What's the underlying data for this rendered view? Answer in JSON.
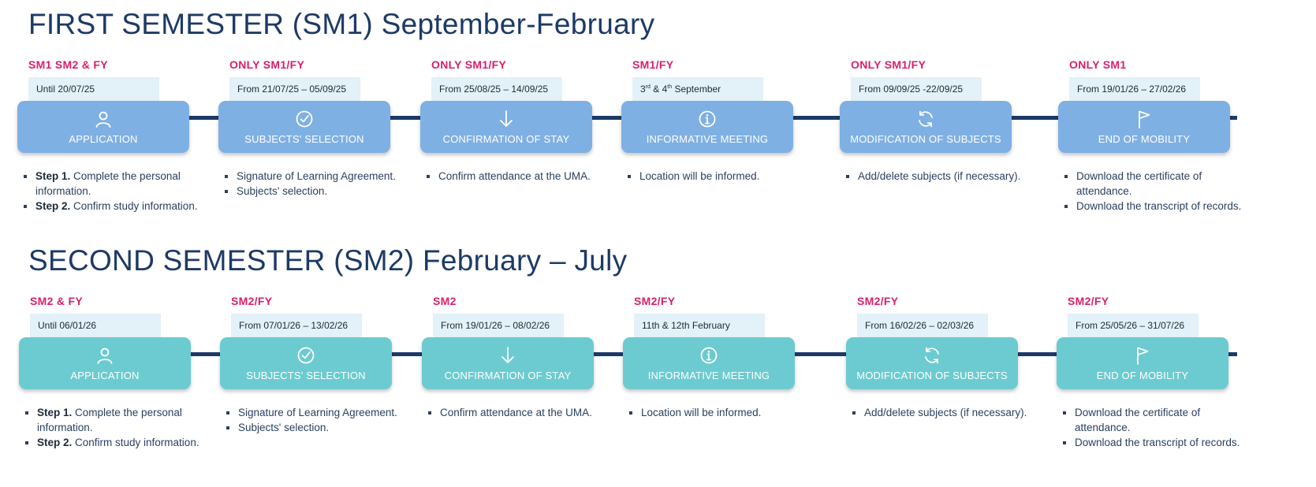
{
  "sections": [
    {
      "title": "FIRST SEMESTER (SM1) September-February",
      "stages": [
        {
          "scope": "SM1 SM2 & FY",
          "date": "Until 20/07/25",
          "icon": "user-icon",
          "label": "APPLICATION",
          "bullets": [
            {
              "strong": "Step 1.",
              "text": " Complete the personal information."
            },
            {
              "strong": "Step 2.",
              "text": " Confirm study information."
            }
          ]
        },
        {
          "scope": "ONLY SM1/FY",
          "date": "From 21/07/25 – 05/09/25",
          "icon": "check-circle-icon",
          "label": "SUBJECTS' SELECTION",
          "bullets": [
            {
              "text": "Signature of Learning Agreement."
            },
            {
              "text": "Subjects' selection."
            }
          ]
        },
        {
          "scope": "ONLY SM1/FY",
          "date": "From 25/08/25 – 14/09/25",
          "icon": "arrow-down-icon",
          "label": "CONFIRMATION OF STAY",
          "bullets": [
            {
              "text": "Confirm attendance at the UMA."
            }
          ]
        },
        {
          "scope": "SM1/FY",
          "date": "3rd & 4th September",
          "date_html": true,
          "icon": "info-icon",
          "label": "INFORMATIVE MEETING",
          "bullets": [
            {
              "text": "Location will be informed."
            }
          ]
        },
        {
          "scope": "ONLY SM1/FY",
          "date": "From 09/09/25 -22/09/25",
          "icon": "refresh-icon",
          "label": "MODIFICATION OF SUBJECTS",
          "bullets": [
            {
              "text": "Add/delete subjects (if necessary)."
            }
          ]
        },
        {
          "scope": "ONLY SM1",
          "date": "From 19/01/26 – 27/02/26",
          "icon": "flag-icon",
          "label": "END OF MOBILITY",
          "bullets": [
            {
              "text": "Download the certificate of attendance."
            },
            {
              "text": "Download the transcript of records."
            }
          ]
        }
      ]
    },
    {
      "title": "SECOND SEMESTER (SM2) February – July",
      "stages": [
        {
          "scope": "SM2 & FY",
          "date": "Until 06/01/26",
          "icon": "user-icon",
          "label": "APPLICATION",
          "bullets": [
            {
              "strong": "Step 1.",
              "text": " Complete the personal information."
            },
            {
              "strong": "Step 2.",
              "text": " Confirm study information."
            }
          ]
        },
        {
          "scope": "SM2/FY",
          "date": "From 07/01/26 – 13/02/26",
          "icon": "check-circle-icon",
          "label": "SUBJECTS' SELECTION",
          "bullets": [
            {
              "text": "Signature of Learning Agreement."
            },
            {
              "text": "Subjects' selection."
            }
          ]
        },
        {
          "scope": "SM2",
          "date": "From 19/01/26 – 08/02/26",
          "icon": "arrow-down-icon",
          "label": "CONFIRMATION OF STAY",
          "bullets": [
            {
              "text": "Confirm attendance at the UMA."
            }
          ]
        },
        {
          "scope": "SM2/FY",
          "date": "11th & 12th February",
          "icon": "info-icon",
          "label": "INFORMATIVE MEETING",
          "bullets": [
            {
              "text": "Location will be informed."
            }
          ]
        },
        {
          "scope": "SM2/FY",
          "date": "From 16/02/26 – 02/03/26",
          "icon": "refresh-icon",
          "label": "MODIFICATION OF SUBJECTS",
          "bullets": [
            {
              "text": "Add/delete subjects (if necessary)."
            }
          ]
        },
        {
          "scope": "SM2/FY",
          "date": "From 25/05/26 – 31/07/26",
          "icon": "flag-icon",
          "label": "END OF MOBILITY",
          "bullets": [
            {
              "text": "Download the certificate of attendance."
            },
            {
              "text": "Download the transcript of records."
            }
          ]
        }
      ]
    }
  ],
  "colors": {
    "title": "#1d3a66",
    "scope": "#d91f6b",
    "date_bg": "#e3f1f8",
    "box_sm1": "#7fb0e3",
    "box_sm2": "#6ccbd0",
    "connector": "#1d3a66"
  }
}
